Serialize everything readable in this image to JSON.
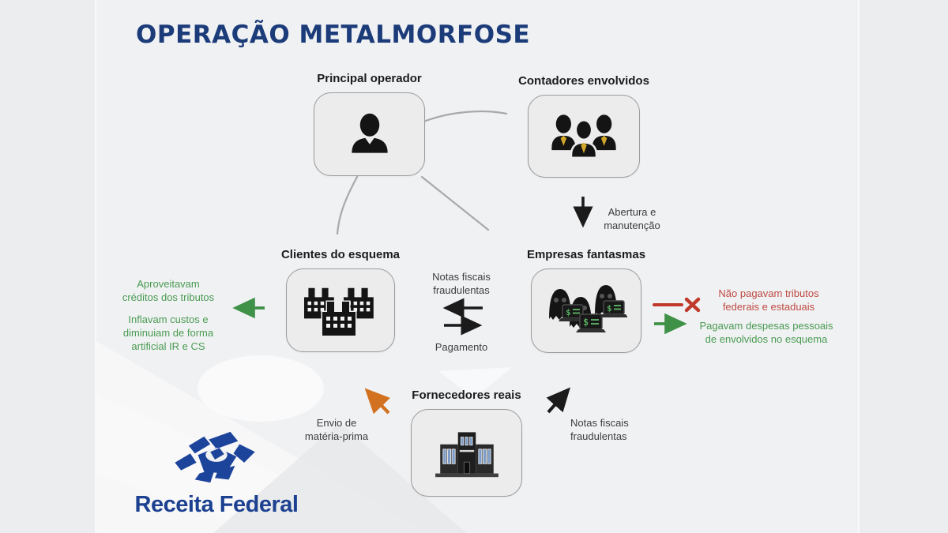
{
  "title": "OPERAÇÃO METALMORFOSE",
  "logo": {
    "text": "Receita Federal",
    "name": "receita-federal-logo"
  },
  "diagram": {
    "nodes": {
      "principal": {
        "label": "Principal operador",
        "icon": "person-icon"
      },
      "contadores": {
        "label": "Contadores envolvidos",
        "icon": "accountants-icon"
      },
      "clientes": {
        "label": "Clientes do esquema",
        "icon": "factories-icon"
      },
      "empresas": {
        "label": "Empresas fantasmas",
        "icon": "ghost-companies-icon"
      },
      "fornecedores": {
        "label": "Fornecedores reais",
        "icon": "office-building-icon"
      }
    },
    "labels": {
      "abertura": "Abertura e\nmanutenção",
      "notas_mid": "Notas fiscais\nfraudulentas",
      "pagamento": "Pagamento",
      "aproveitavam": "Aproveitavam\ncréditos dos tributos",
      "inflavam": "Inflavam custos e\ndiminuiam de forma\nartificial IR e CS",
      "nao_pagavam": "Não pagavam tributos\nfederais e estaduais",
      "pagavam": "Pagavam despesas pessoais\nde envolvidos no esquema",
      "envio": "Envio de\nmatéria-prima",
      "notas_bottom": "Notas fiscais\nfraudulentas"
    },
    "edges": [
      {
        "from": "principal",
        "to": "contadores",
        "style": "plain-line"
      },
      {
        "from": "principal",
        "to": "clientes",
        "style": "plain-line"
      },
      {
        "from": "principal",
        "to": "empresas",
        "style": "plain-line"
      },
      {
        "from": "contadores",
        "to": "empresas",
        "style": "black-arrow",
        "label": "Abertura e manutenção"
      },
      {
        "from": "empresas",
        "to": "clientes",
        "style": "black-arrow",
        "label": "Notas fiscais fraudulentas"
      },
      {
        "from": "clientes",
        "to": "empresas",
        "style": "black-arrow",
        "label": "Pagamento"
      },
      {
        "from": "clientes",
        "to": "out-left",
        "style": "green-arrow",
        "label": "Aproveitavam créditos dos tributos / Inflavam custos e diminuiam de forma artificial IR e CS"
      },
      {
        "from": "empresas",
        "to": "blocked",
        "style": "red-x-arrow",
        "label": "Não pagavam tributos federais e estaduais"
      },
      {
        "from": "empresas",
        "to": "out-right",
        "style": "green-arrow",
        "label": "Pagavam despesas pessoais de envolvidos no esquema"
      },
      {
        "from": "fornecedores",
        "to": "clientes",
        "style": "orange-arrow",
        "label": "Envio de matéria-prima"
      },
      {
        "from": "fornecedores",
        "to": "empresas",
        "style": "black-arrow",
        "label": "Notas fiscais fraudulentas"
      }
    ]
  },
  "icons": {
    "dollar_symbol": "$"
  },
  "colors": {
    "title_blue": "#1b3b79",
    "logo_blue": "#1c4191",
    "green": "#4a9b52",
    "red": "#c0453a",
    "orange": "#d2711f",
    "black": "#1b1b1b",
    "box_fill": "#ececec",
    "box_border": "#9b9b9b",
    "background": "#f0f1f3"
  }
}
